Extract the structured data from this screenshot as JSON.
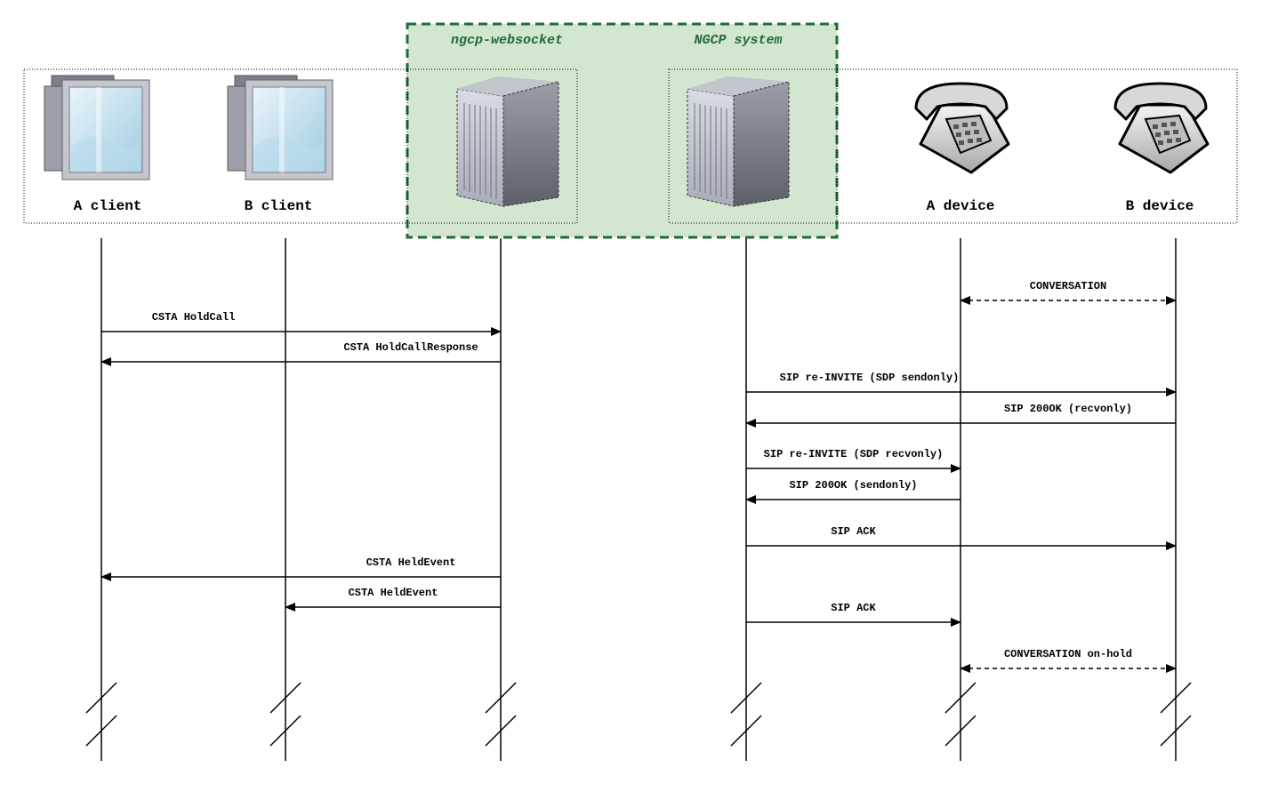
{
  "groups": {
    "websocket": "ngcp-websocket",
    "ngcp": "NGCP system"
  },
  "actors": [
    {
      "id": "a_client",
      "label": "A client",
      "icon": "desktop-computer-icon"
    },
    {
      "id": "b_client",
      "label": "B client",
      "icon": "desktop-computer-icon"
    },
    {
      "id": "websocket",
      "label": "",
      "icon": "server-tower-icon"
    },
    {
      "id": "ngcp",
      "label": "",
      "icon": "server-tower-icon"
    },
    {
      "id": "a_device",
      "label": "A device",
      "icon": "desk-phone-icon"
    },
    {
      "id": "b_device",
      "label": "B device",
      "icon": "desk-phone-icon"
    }
  ],
  "messages": [
    {
      "label": "CONVERSATION",
      "from": "a_device",
      "to": "b_device",
      "style": "dashed-bidirectional"
    },
    {
      "label": "CSTA HoldCall",
      "from": "a_client",
      "to": "websocket",
      "style": "solid"
    },
    {
      "label": "CSTA HoldCallResponse",
      "from": "websocket",
      "to": "a_client",
      "style": "solid"
    },
    {
      "label": "SIP re-INVITE (SDP sendonly)",
      "from": "ngcp",
      "to": "b_device",
      "style": "solid"
    },
    {
      "label": "SIP 200OK (recvonly)",
      "from": "b_device",
      "to": "ngcp",
      "style": "solid"
    },
    {
      "label": "SIP re-INVITE (SDP recvonly)",
      "from": "ngcp",
      "to": "a_device",
      "style": "solid"
    },
    {
      "label": "SIP 200OK (sendonly)",
      "from": "a_device",
      "to": "ngcp",
      "style": "solid"
    },
    {
      "label": "SIP ACK",
      "from": "ngcp",
      "to": "b_device",
      "style": "solid"
    },
    {
      "label": "CSTA HeldEvent",
      "from": "websocket",
      "to": "a_client",
      "style": "solid"
    },
    {
      "label": "CSTA HeldEvent",
      "from": "websocket",
      "to": "b_client",
      "style": "solid"
    },
    {
      "label": "SIP ACK",
      "from": "ngcp",
      "to": "a_device",
      "style": "solid"
    },
    {
      "label": "CONVERSATION on-hold",
      "from": "a_device",
      "to": "b_device",
      "style": "dashed-bidirectional"
    }
  ],
  "colors": {
    "group_fill": "#d3e7d0",
    "group_border": "#1e6b36",
    "line": "#000000"
  }
}
